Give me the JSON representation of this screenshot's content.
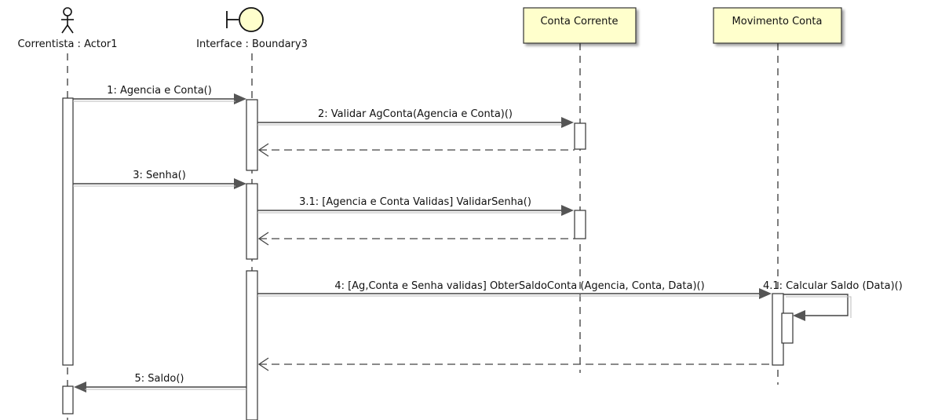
{
  "colors": {
    "line": "#3a3a3a",
    "box_fill": "#ffffcc",
    "activation_fill": "#ffffff",
    "background": "#ffffff"
  },
  "participants": {
    "correntista": {
      "label": "Correntista : Actor1",
      "icon": "actor-stick-figure-icon"
    },
    "interface": {
      "label": "Interface : Boundary3",
      "icon": "boundary-icon"
    },
    "conta_corrente": {
      "label": "Conta Corrente"
    },
    "movimento_conta": {
      "label": "Movimento Conta"
    }
  },
  "messages": {
    "m1": "1: Agencia e Conta()",
    "m2": "2: Validar AgConta(Agencia e Conta)()",
    "m3": "3: Senha()",
    "m31": "3.1: [Agencia e Conta Validas] ValidarSenha()",
    "m4": "4: [Ag,Conta e Senha validas] ObterSaldoConta (Agencia, Conta, Data)()",
    "m41": "4.1: Calcular Saldo (Data)()",
    "m5": "5: Saldo()"
  }
}
